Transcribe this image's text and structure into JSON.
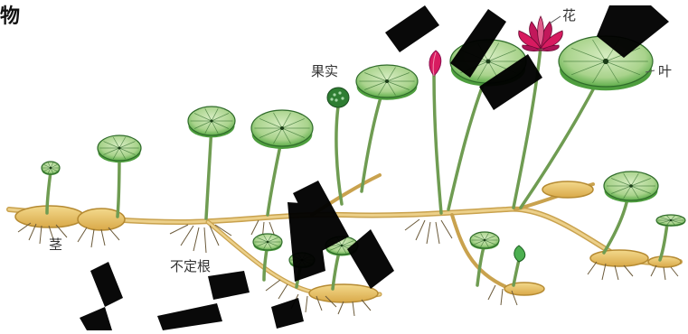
{
  "title": "物",
  "labels": {
    "stem": "茎",
    "adventitious_root": "不定根",
    "fruit": "果实",
    "flower": "花",
    "leaf": "叶"
  },
  "colors": {
    "leaf_light": "#b9dca0",
    "leaf_dark": "#4e9e3e",
    "leaf_vein": "#2f6b2a",
    "stalk": "#8ab46a",
    "rhizome": "#e7c36b",
    "rhizome_edge": "#b58a32",
    "root": "#6b5a3a",
    "flower": "#c2185b",
    "flower_light": "#e05a8a",
    "watermark": "#000000",
    "label": "#333333"
  },
  "icons": [
    "lotus-leaf-icon",
    "lotus-flower-icon",
    "seed-pod-icon",
    "bud-icon"
  ]
}
